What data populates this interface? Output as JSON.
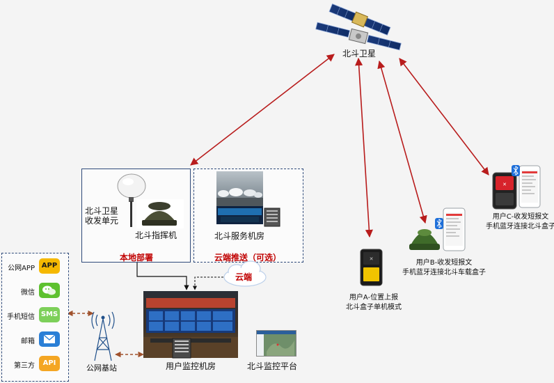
{
  "satellite": {
    "label": "北斗卫星"
  },
  "local": {
    "unit_label_line1": "北斗卫星",
    "unit_label_line2": "收发单元",
    "commander_label": "北斗指挥机",
    "title": "本地部署"
  },
  "cloud": {
    "server_room_label": "北斗服务机房",
    "title": "云端推送（可选）",
    "bubble_label": "云端"
  },
  "users": [
    {
      "line1": "用户A-位置上报",
      "line2": "北斗盒子单机模式"
    },
    {
      "line1": "用户B-收发短报文",
      "line2": "手机蓝牙连接北斗车载盒子"
    },
    {
      "line1": "用户C-收发短报文",
      "line2": "手机蓝牙连接北斗盒子"
    }
  ],
  "channels": [
    {
      "name": "公网APP",
      "icon": "APP",
      "icon_name": "app-icon",
      "bg": "#f5b800",
      "fg": "#1a1a1a"
    },
    {
      "name": "微信",
      "icon": "",
      "icon_name": "wechat-icon",
      "bg": "#5ec12f",
      "fg": "#ffffff"
    },
    {
      "name": "手机短信",
      "icon": "SMS",
      "icon_name": "sms-icon",
      "bg": "#7dd05a",
      "fg": "#ffffff"
    },
    {
      "name": "邮箱",
      "icon": "",
      "icon_name": "mail-icon",
      "bg": "#2a7fd6",
      "fg": "#ffffff"
    },
    {
      "name": "第三方",
      "icon": "API",
      "icon_name": "api-icon",
      "bg": "#f4a623",
      "fg": "#ffffff"
    }
  ],
  "bottom": {
    "base_station_label": "公网基站",
    "monitor_room_label": "用户监控机房",
    "platform_label": "北斗监控平台"
  },
  "colors": {
    "link_red": "#b81c1c",
    "box_border": "#2e4a7a",
    "link_brown": "#a0522d"
  }
}
